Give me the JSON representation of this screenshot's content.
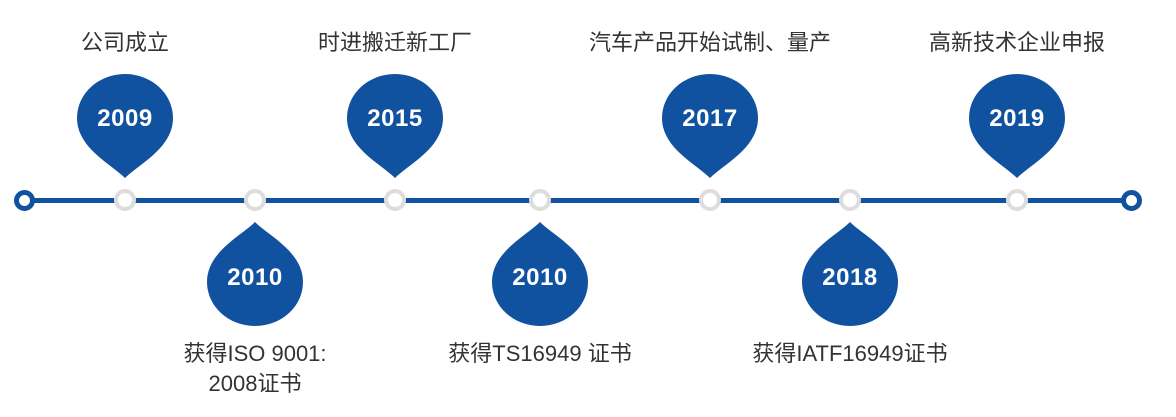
{
  "colors": {
    "accent_blue": "#1152a0",
    "node_ring_gray": "#dddddd",
    "label_text": "#333333",
    "year_text": "#ffffff",
    "background": "#ffffff"
  },
  "timeline": {
    "events": [
      {
        "year": "2009",
        "label": "公司成立",
        "side": "top"
      },
      {
        "year": "2010",
        "label": "获得ISO 9001:\n2008证书",
        "side": "bottom"
      },
      {
        "year": "2015",
        "label": "时进搬迁新工厂",
        "side": "top"
      },
      {
        "year": "2010",
        "label": "获得TS16949 证书",
        "side": "bottom"
      },
      {
        "year": "2017",
        "label": "汽车产品开始试制、量产",
        "side": "top"
      },
      {
        "year": "2018",
        "label": "获得IATF16949证书",
        "side": "bottom"
      },
      {
        "year": "2019",
        "label": "高新技术企业申报",
        "side": "top"
      }
    ]
  }
}
